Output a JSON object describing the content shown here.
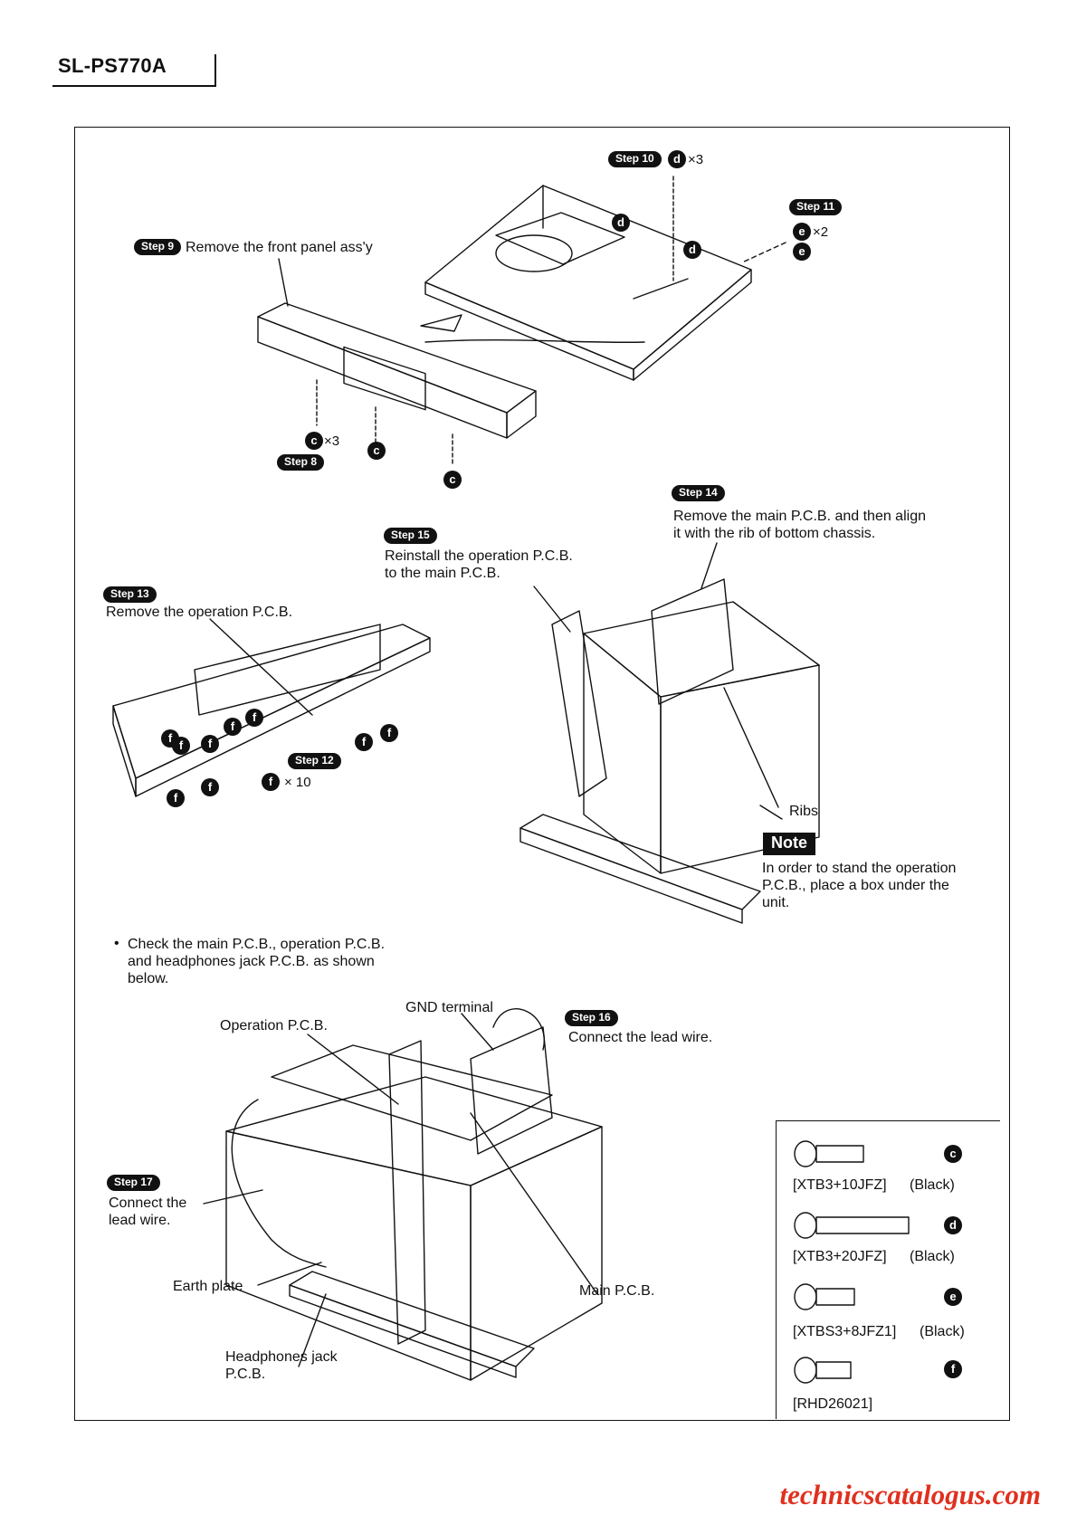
{
  "header": {
    "model": "SL-PS770A"
  },
  "steps": {
    "s8": "Step 8",
    "s9": "Step 9",
    "s10": "Step 10",
    "s11": "Step 11",
    "s12": "Step 12",
    "s13": "Step 13",
    "s14": "Step 14",
    "s15": "Step 15",
    "s16": "Step 16",
    "s17": "Step 17"
  },
  "screw_letters": {
    "c": "c",
    "d": "d",
    "e": "e",
    "f": "f"
  },
  "quantities": {
    "x3": "×3",
    "x2": "×2",
    "x10": "× 10"
  },
  "labels": {
    "step9": "Remove the front panel ass'y",
    "step14_1": "Remove the main P.C.B. and then align",
    "step14_2": "it with the rib of bottom chassis.",
    "step15_1": "Reinstall the operation P.C.B.",
    "step15_2": "to the main P.C.B.",
    "step13": "Remove the operation P.C.B.",
    "ribs": "Ribs",
    "note_badge": "Note",
    "note_1": "In order to stand the operation",
    "note_2": "P.C.B., place a box under the",
    "note_3": "unit.",
    "check_1": "Check the main P.C.B., operation P.C.B.",
    "check_2": "and headphones jack P.C.B. as shown",
    "check_3": "below.",
    "gnd": "GND terminal",
    "op_pcb": "Operation P.C.B.",
    "step16": "Connect the lead wire.",
    "step17_1": "Connect the",
    "step17_2": "lead wire.",
    "earth": "Earth plate",
    "main_pcb": "Main P.C.B.",
    "hp_1": "Headphones jack",
    "hp_2": "P.C.B."
  },
  "screws": [
    {
      "code": "[XTB3+10JFZ]",
      "color": "(Black)",
      "letter": "c"
    },
    {
      "code": "[XTB3+20JFZ]",
      "color": "(Black)",
      "letter": "d"
    },
    {
      "code": "[XTBS3+8JFZ1]",
      "color": "(Black)",
      "letter": "e"
    },
    {
      "code": "[RHD26021]",
      "color": "",
      "letter": "f"
    }
  ],
  "watermark": "technicscatalogus.com"
}
